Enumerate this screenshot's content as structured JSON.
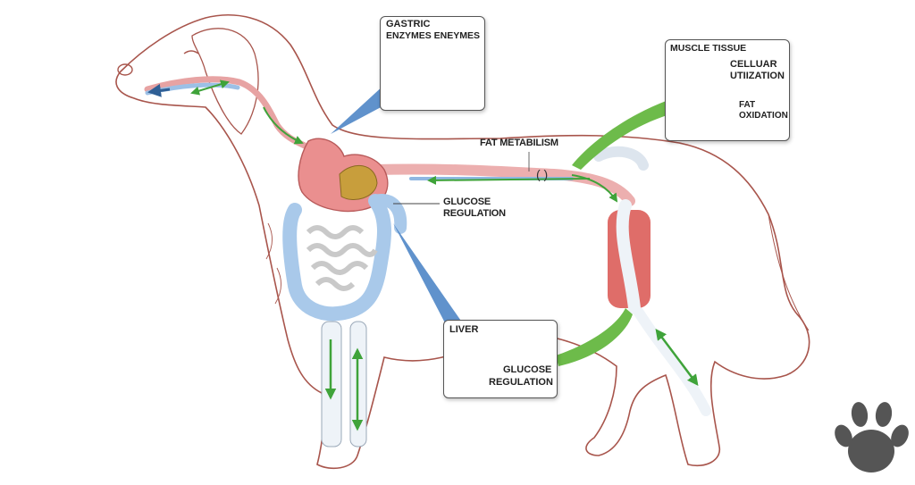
{
  "labels": {
    "gastric_line1": "GASTRIC",
    "gastric_line2": "ENZYMES ENEYMES",
    "muscle_tissue": "MUSCLE TISSUE",
    "cellular_line1": "CELLUAR",
    "cellular_line2": "UTIIZATION",
    "fat_line1": "FAT",
    "fat_line2": "OXIDATION",
    "fat_metabolism": "FAT METABILISM",
    "glucose_line1": "GLUCOSE",
    "glucose_line2": "REGULATION",
    "liver": "LIVER",
    "liver_glucose_line1": "GLUCOSE",
    "liver_glucose_line2": "REGULATION"
  },
  "colors": {
    "outline": "#a8554c",
    "stomach": "#e8898a",
    "intestine": "#a9c9ea",
    "muscle": "#d9534f",
    "bone": "#eef3f8",
    "liver": "#b9483c",
    "arrow_green": "#3fa33a",
    "callout_pointer_blue": "#4f86c6",
    "callout_pointer_green": "#6dbb4a",
    "paw": "#555555"
  },
  "icons": {
    "brand": "paw-print-icon"
  }
}
